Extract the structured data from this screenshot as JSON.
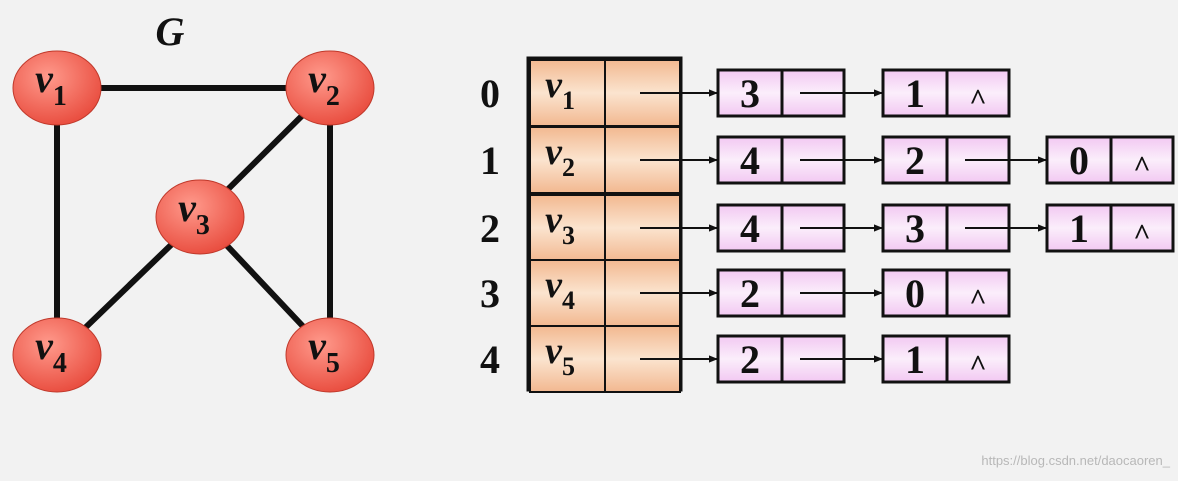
{
  "graph": {
    "title": "G",
    "vertices": [
      {
        "name": "v",
        "sub": "1"
      },
      {
        "name": "v",
        "sub": "2"
      },
      {
        "name": "v",
        "sub": "3"
      },
      {
        "name": "v",
        "sub": "4"
      },
      {
        "name": "v",
        "sub": "5"
      }
    ],
    "edges": [
      [
        0,
        1
      ],
      [
        0,
        3
      ],
      [
        1,
        2
      ],
      [
        1,
        4
      ],
      [
        2,
        3
      ],
      [
        2,
        4
      ]
    ]
  },
  "adjacency_list": {
    "rows": [
      {
        "index": "0",
        "vertex": "v",
        "sub": "1",
        "neighbors": [
          "3",
          "1"
        ]
      },
      {
        "index": "1",
        "vertex": "v",
        "sub": "2",
        "neighbors": [
          "4",
          "2",
          "0"
        ]
      },
      {
        "index": "2",
        "vertex": "v",
        "sub": "3",
        "neighbors": [
          "4",
          "3",
          "1"
        ]
      },
      {
        "index": "3",
        "vertex": "v",
        "sub": "4",
        "neighbors": [
          "2",
          "0"
        ]
      },
      {
        "index": "4",
        "vertex": "v",
        "sub": "5",
        "neighbors": [
          "2",
          "1"
        ]
      }
    ],
    "null_symbol": "^"
  },
  "colors": {
    "node_fill": "#e84a3c",
    "node_highlight": "#ff9a8c",
    "header_cell": "#f2b890",
    "header_cell_light": "#fbe4cf",
    "list_cell": "#f2c8f2",
    "list_cell_light": "#fbeefb",
    "ink": "#111111"
  },
  "watermark": "https://blog.csdn.net/daocaoren_"
}
